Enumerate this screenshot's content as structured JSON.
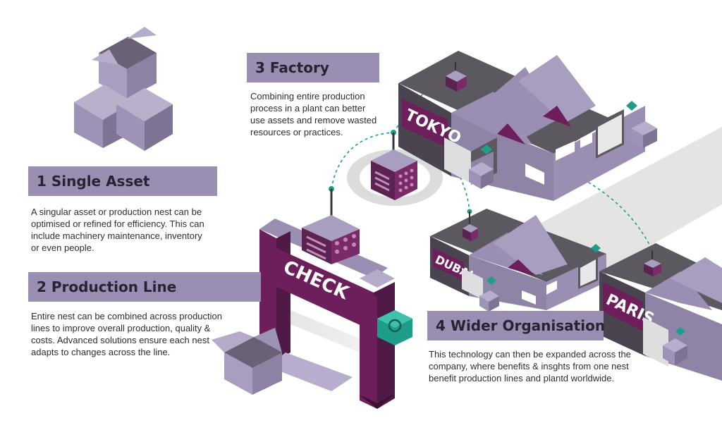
{
  "sections": [
    {
      "title": "1 Single Asset",
      "lines": [
        "A singular asset or production nest can be",
        "optimised or refined for efficiency. This can",
        "include machinery maintenance, inventory",
        "or even people."
      ]
    },
    {
      "title": "2 Production Line",
      "lines": [
        "Entire nest can be combined across production",
        "lines to improve overall production, quality &",
        "costs. Advanced solutions ensure each nest",
        "adapts to changes across the line."
      ]
    },
    {
      "title": "3 Factory",
      "lines": [
        "Combining entire production",
        "process in a plant can better",
        "use assets and remove wasted",
        "resources or practices."
      ]
    },
    {
      "title": "4 Wider Organisation",
      "lines": [
        "This technology can then be expanded across the",
        "company, where benefits & insghts from one nest",
        "benefit production lines and plantd worldwide."
      ]
    }
  ],
  "signs": {
    "gate": "CHECK",
    "tokyo": "TOKYO",
    "dubai": "DUBAI",
    "paris": "PARIS"
  },
  "colors": {
    "lavender": "#9a8fb3",
    "plum": "#6d1f5b",
    "dark_gray": "#5c5860",
    "teal": "#1e9e8a",
    "light_gray": "#dcdcdc"
  }
}
